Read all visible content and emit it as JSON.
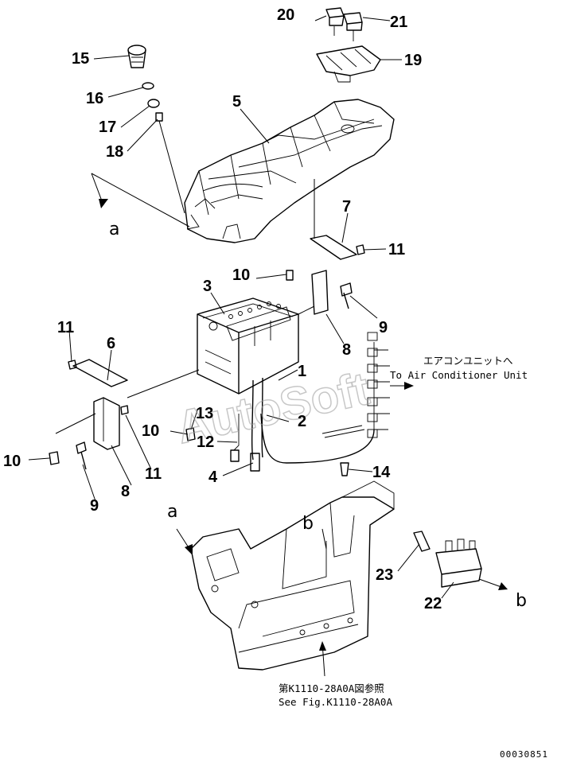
{
  "callouts": {
    "p1": "1",
    "p2": "2",
    "p3": "3",
    "p4": "4",
    "p5": "5",
    "p6": "6",
    "p7": "7",
    "p8a": "8",
    "p8b": "8",
    "p9a": "9",
    "p9b": "9",
    "p10a": "10",
    "p10b": "10",
    "p10c": "10",
    "p11a": "11",
    "p11b": "11",
    "p11c": "11",
    "p12": "12",
    "p13": "13",
    "p14": "14",
    "p15": "15",
    "p16": "16",
    "p17": "17",
    "p18": "18",
    "p19": "19",
    "p20": "20",
    "p21": "21",
    "p22": "22",
    "p23": "23"
  },
  "view_letters": {
    "a_top": "a",
    "a_bottom": "a",
    "b_inner": "b",
    "b_right": "b"
  },
  "notes": {
    "aircon_jp": "エアコンユニットへ",
    "aircon_en": "To Air Conditioner Unit",
    "ref_jp": "第K1110-28A0A図参照",
    "ref_en": "See Fig.K1110-28A0A"
  },
  "watermark": "AutoSoft",
  "doc_number": "00030851"
}
